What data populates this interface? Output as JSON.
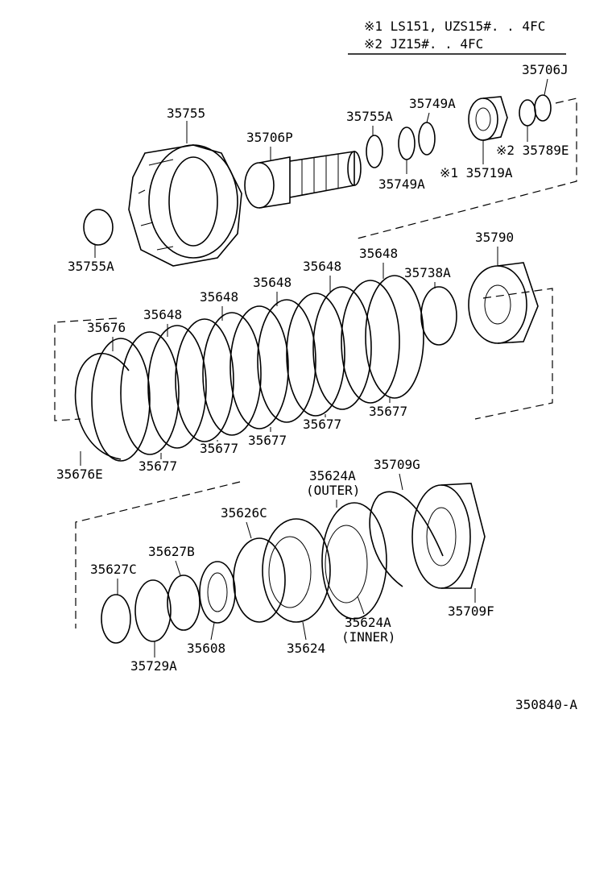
{
  "notes": {
    "note1": "※1  LS151, UZS15#. . 4FC",
    "note2": "※2  JZ15#. . 4FC"
  },
  "diagram_id": "350840-A",
  "labels": [
    {
      "id": "l-35706j",
      "text": "35706J"
    },
    {
      "id": "l-35749a-top",
      "text": "35749A"
    },
    {
      "id": "l-35755a-top",
      "text": "35755A"
    },
    {
      "id": "l-35755",
      "text": "35755"
    },
    {
      "id": "l-35706p",
      "text": "35706P"
    },
    {
      "id": "l-35789e",
      "text": "※2 35789E"
    },
    {
      "id": "l-35719a",
      "text": "※1 35719A"
    },
    {
      "id": "l-35749a-bot",
      "text": "35749A"
    },
    {
      "id": "l-35755a-left",
      "text": "35755A"
    },
    {
      "id": "l-35790",
      "text": "35790"
    },
    {
      "id": "l-35648-a",
      "text": "35648"
    },
    {
      "id": "l-35648-b",
      "text": "35648"
    },
    {
      "id": "l-35738a",
      "text": "35738A"
    },
    {
      "id": "l-35648-c",
      "text": "35648"
    },
    {
      "id": "l-35648-d",
      "text": "35648"
    },
    {
      "id": "l-35648-e",
      "text": "35648"
    },
    {
      "id": "l-35676",
      "text": "35676"
    },
    {
      "id": "l-35677-a",
      "text": "35677"
    },
    {
      "id": "l-35677-b",
      "text": "35677"
    },
    {
      "id": "l-35677-c",
      "text": "35677"
    },
    {
      "id": "l-35677-d",
      "text": "35677"
    },
    {
      "id": "l-35677-e",
      "text": "35677"
    },
    {
      "id": "l-35676e",
      "text": "35676E"
    },
    {
      "id": "l-35624a-outer",
      "text": "35624A"
    },
    {
      "id": "l-outer",
      "text": "(OUTER)"
    },
    {
      "id": "l-35709g",
      "text": "35709G"
    },
    {
      "id": "l-35626c",
      "text": "35626C"
    },
    {
      "id": "l-35627b",
      "text": "35627B"
    },
    {
      "id": "l-35627c",
      "text": "35627C"
    },
    {
      "id": "l-35709f",
      "text": "35709F"
    },
    {
      "id": "l-35624a-inner",
      "text": "35624A"
    },
    {
      "id": "l-inner",
      "text": "(INNER)"
    },
    {
      "id": "l-35729a",
      "text": "35729A"
    },
    {
      "id": "l-35608",
      "text": "35608"
    },
    {
      "id": "l-35624",
      "text": "35624"
    }
  ]
}
